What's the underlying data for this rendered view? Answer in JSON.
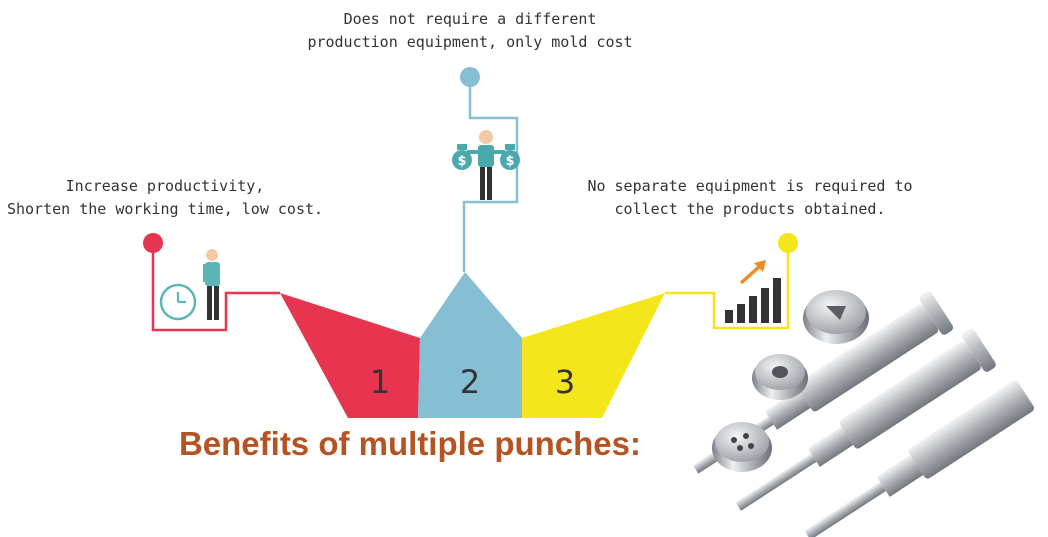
{
  "title": "Benefits of multiple punches:",
  "benefits": [
    {
      "number": "1",
      "color": "#e8354f",
      "icon": "clock-man-icon",
      "lines": [
        "Increase productivity,",
        "Shorten the working time, low cost."
      ]
    },
    {
      "number": "2",
      "color": "#86bfd3",
      "icon": "money-bags-man-icon",
      "lines": [
        "Does not require a different",
        "production equipment, only mold cost"
      ]
    },
    {
      "number": "3",
      "color": "#f4e61b",
      "icon": "bar-chart-growth-icon",
      "lines": [
        "No separate equipment is required to",
        "collect the products obtained."
      ]
    }
  ],
  "colors": {
    "title": "#b55322",
    "accent_arrow": "#f08a24",
    "steel": "#c8cbcf"
  }
}
